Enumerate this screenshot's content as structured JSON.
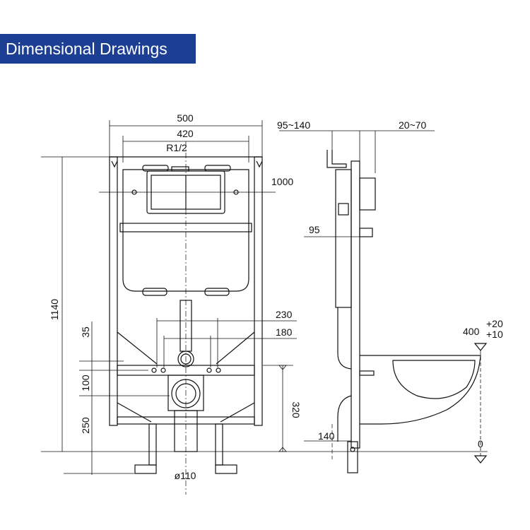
{
  "header": {
    "title": "Dimensional Drawings",
    "color": "#1c3f94"
  },
  "front_view": {
    "dims": {
      "width_outer": "500",
      "width_inner": "420",
      "inlet": "R1/2",
      "flush_height": "1000",
      "total_height": "1140",
      "spacing_230": "230",
      "spacing_180": "180",
      "d35": "35",
      "d100": "100",
      "d250": "250",
      "d320": "320",
      "outlet": "ø110"
    }
  },
  "side_view": {
    "dims": {
      "depth_range": "95~140",
      "offset_range": "20~70",
      "d95": "95",
      "d140": "140",
      "level_400": "400",
      "tol_plus20": "+20",
      "tol_plus10": "+10",
      "floor_0": "0"
    }
  }
}
